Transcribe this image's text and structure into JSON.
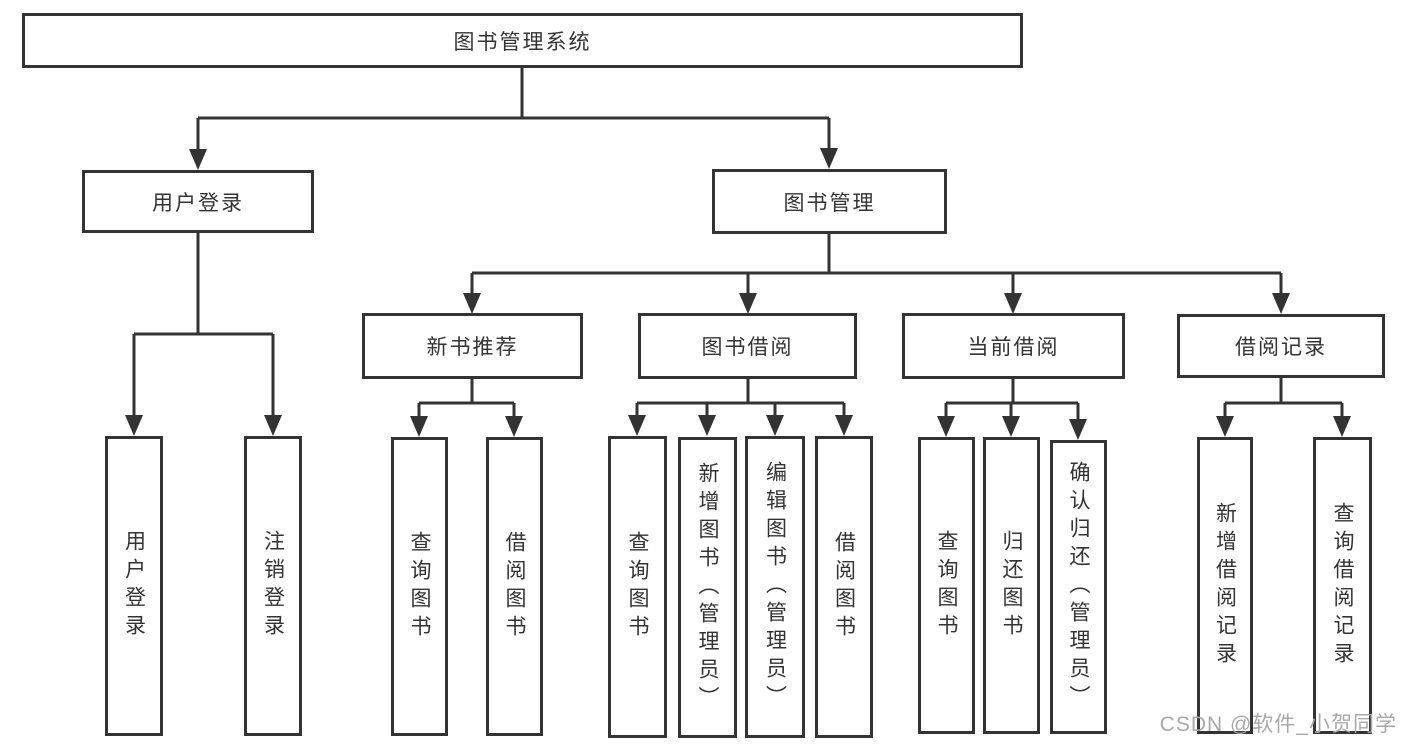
{
  "diagram": {
    "background": "#ffffff",
    "line_color": "#333333",
    "text_color": "#333333",
    "watermark_color": "#a9a9a9"
  },
  "nodes": {
    "root": {
      "label": "图书管理系统"
    },
    "user_login_branch": {
      "label": "用户登录"
    },
    "book_management": {
      "label": "图书管理"
    },
    "new_book_recommend": {
      "label": "新书推荐"
    },
    "book_borrow": {
      "label": "图书借阅"
    },
    "current_borrow": {
      "label": "当前借阅"
    },
    "borrow_records": {
      "label": "借阅记录"
    },
    "login_user_login": {
      "label": "用户登录"
    },
    "login_logout": {
      "label": "注销登录"
    },
    "rec_query_books": {
      "label": "查询图书"
    },
    "rec_borrow_books": {
      "label": "借阅图书"
    },
    "bb_query_books": {
      "label": "查询图书"
    },
    "bb_add_books": {
      "label": "新增图书（管理员）"
    },
    "bb_edit_books": {
      "label": "编辑图书（管理员）"
    },
    "bb_borrow_books": {
      "label": "借阅图书"
    },
    "cb_query_books": {
      "label": "查询图书"
    },
    "cb_return_books": {
      "label": "归还图书"
    },
    "cb_confirm_return": {
      "label": "确认归还（管理员）"
    },
    "br_add_record": {
      "label": "新增借阅记录"
    },
    "br_query_record": {
      "label": "查询借阅记录"
    }
  },
  "hierarchy": {
    "图书管理系统": {
      "用户登录": [
        "用户登录",
        "注销登录"
      ],
      "图书管理": {
        "新书推荐": [
          "查询图书",
          "借阅图书"
        ],
        "图书借阅": [
          "查询图书",
          "新增图书（管理员）",
          "编辑图书（管理员）",
          "借阅图书"
        ],
        "当前借阅": [
          "查询图书",
          "归还图书",
          "确认归还（管理员）"
        ],
        "借阅记录": [
          "新增借阅记录",
          "查询借阅记录"
        ]
      }
    }
  },
  "watermark": {
    "text": "CSDN @软件_小贺同学"
  }
}
